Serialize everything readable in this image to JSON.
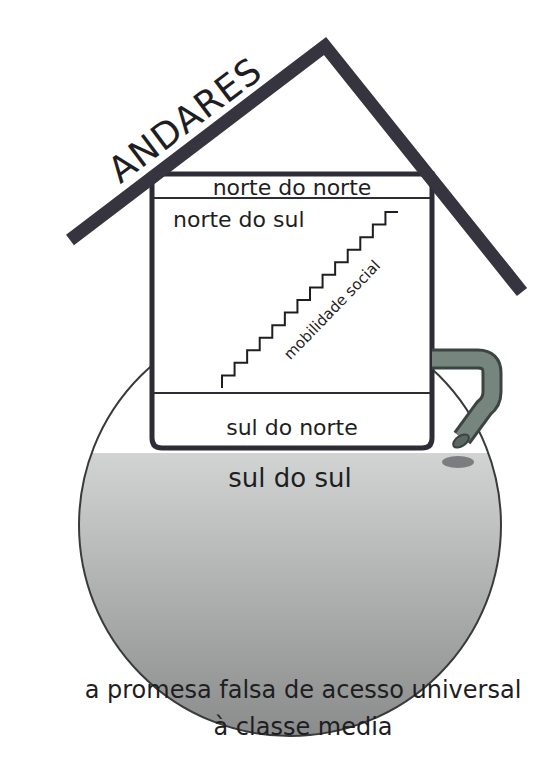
{
  "diagram": {
    "title": "ANDARES",
    "caption": "a promesa falsa de acesso universal à classe media",
    "nodes": [
      {
        "text": [
          "norte do norte"
        ]
      },
      {
        "text": [
          "norte do sul"
        ]
      },
      {
        "text": [
          "sul do norte"
        ]
      },
      {
        "text": [
          "sul do sul"
        ]
      }
    ],
    "labels": [
      "mobilidade social"
    ]
  }
}
